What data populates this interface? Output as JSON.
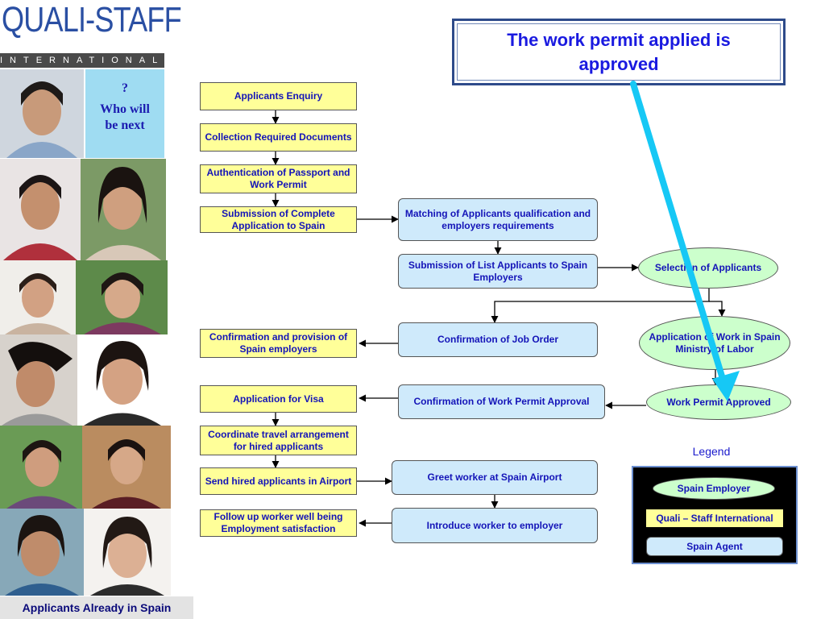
{
  "brand": {
    "name": "QUALI-STAFF",
    "tagline": "INTERNATIONAL"
  },
  "sidebar": {
    "question_mark": "?",
    "question_text": "Who will be next",
    "banner": "Applicants Already in Spain"
  },
  "callout": {
    "text": "The work permit applied is approved"
  },
  "flow": {
    "applicants_enquiry": "Applicants Enquiry",
    "collection_documents": "Collection Required Documents",
    "authentication": "Authentication of Passport and Work Permit",
    "submission_application": "Submission of Complete Application to Spain",
    "matching": "Matching of Applicants qualification and employers requirements",
    "submission_list": "Submission of List  Applicants to Spain Employers",
    "selection": "Selection of Applicants",
    "confirmation_job_order": "Confirmation of Job  Order",
    "application_ministry": "Application of Work in Spain Ministry of Labor",
    "confirmation_provision": "Confirmation and provision of Spain employers",
    "application_visa": "Application for Visa",
    "confirmation_work_permit": "Confirmation of Work Permit Approval",
    "work_permit_approved": "Work Permit Approved",
    "coordinate_travel": "Coordinate travel arrangement for hired applicants",
    "send_hired": "Send hired applicants in Airport",
    "greet_worker": "Greet worker at Spain Airport",
    "follow_up": "Follow up worker well being Employment satisfaction",
    "introduce_worker": "Introduce worker to employer"
  },
  "legend": {
    "title": "Legend",
    "employer": "Spain Employer",
    "quali": "Quali – Staff International",
    "agent": "Spain Agent"
  },
  "colors": {
    "quali_fill": "#ffff99",
    "agent_fill": "#cfeafb",
    "employer_fill": "#ccffcc",
    "box_text": "#1414b8",
    "highlight_arrow": "#16c8f5"
  }
}
